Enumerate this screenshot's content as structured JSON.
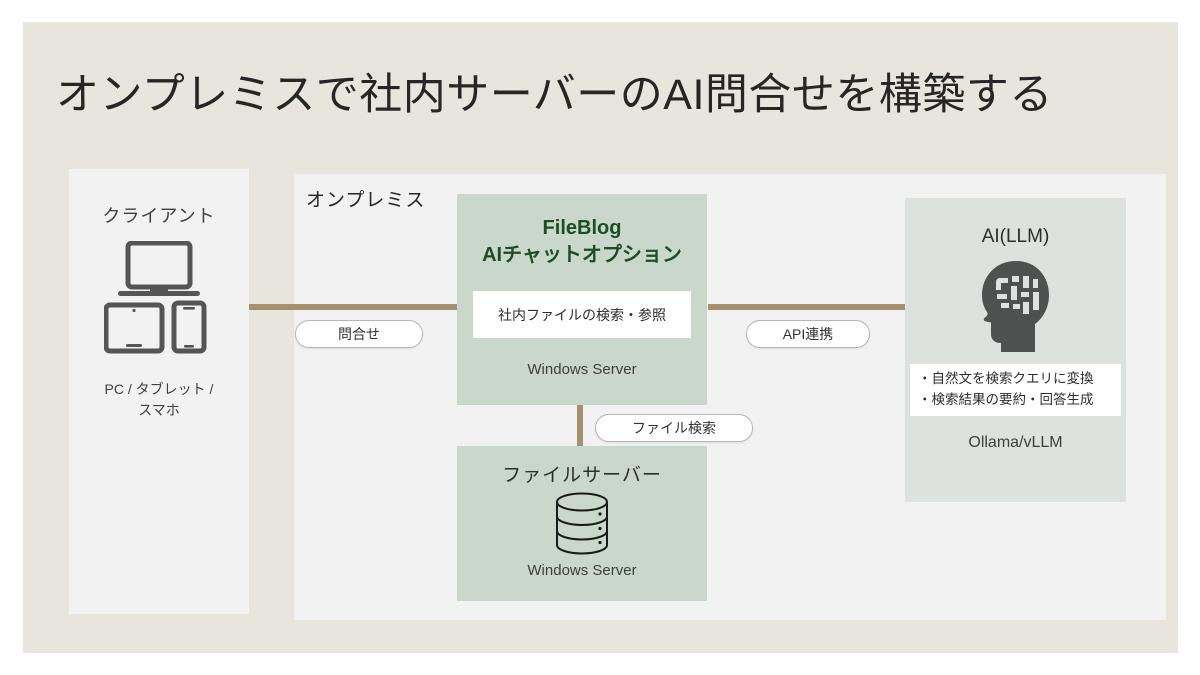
{
  "slide": {
    "title": "オンプレミスで社内サーバーのAI問合せを構築する",
    "background_color": "#e8e6dc",
    "accent_line_color": "#a6906d",
    "box_green": "#c9d8ca",
    "panel_gray": "#f2f2f2",
    "ai_panel_gray": "#dde2de",
    "fileblog_green_text": "#1d4d25"
  },
  "client": {
    "title": "クライアント",
    "caption_line1": "PC / タブレット /",
    "caption_line2": "スマホ",
    "icons": [
      "laptop-icon",
      "tablet-icon",
      "smartphone-icon"
    ]
  },
  "onpremise": {
    "label": "オンプレミス"
  },
  "fileblog": {
    "title_line1": "FileBlog",
    "title_line2": "AIチャットオプション",
    "inner_box": "社内ファイルの検索・参照",
    "os": "Windows Server"
  },
  "fileserver": {
    "title": "ファイルサーバー",
    "icon": "database-cylinder-icon",
    "os": "Windows Server"
  },
  "ai": {
    "title": "AI(LLM)",
    "icon": "brain-head-icon",
    "bullets": [
      "・自然文を検索クエリに変換",
      "・検索結果の要約・回答生成"
    ],
    "engine": "Ollama/vLLM"
  },
  "connectors": {
    "inquiry": "問合せ",
    "api": "API連携",
    "file_search": "ファイル検索"
  }
}
